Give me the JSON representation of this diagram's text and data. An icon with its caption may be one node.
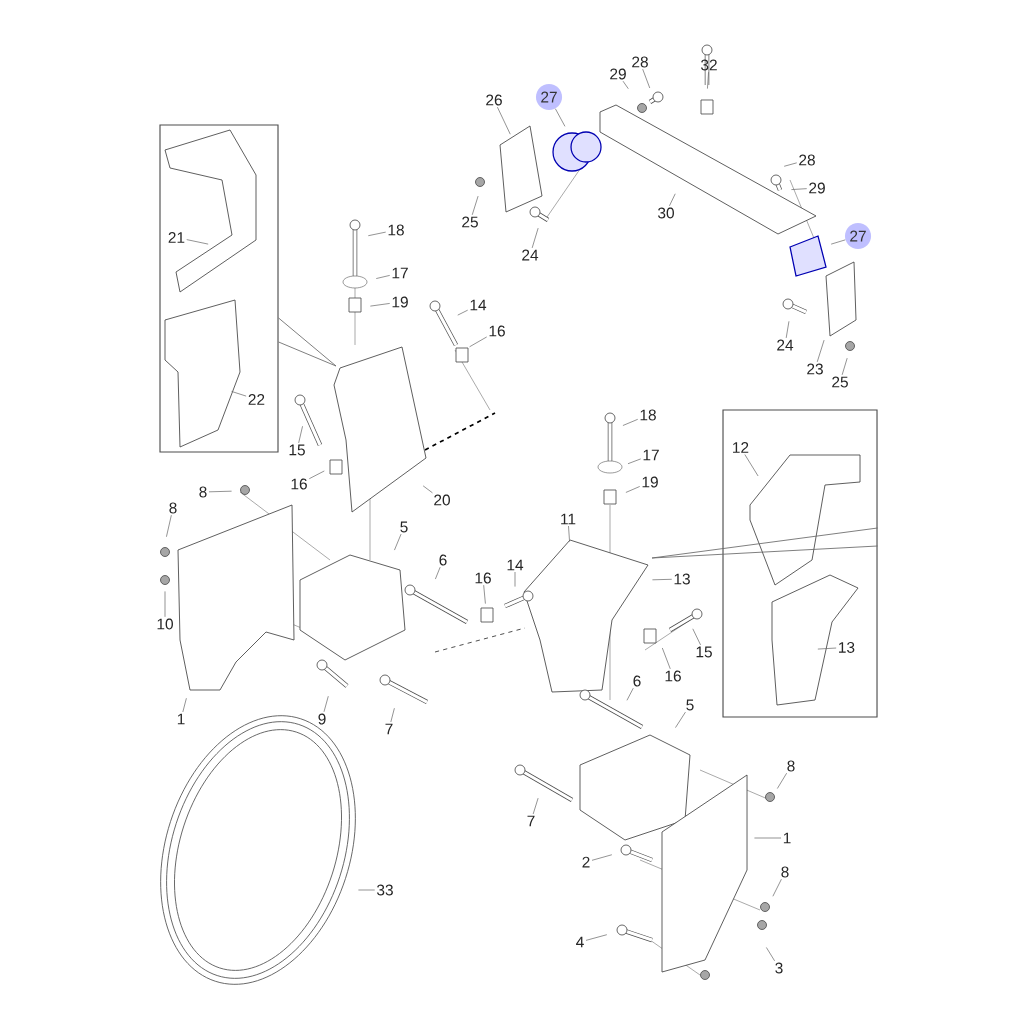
{
  "diagram": {
    "nodes": [
      {
        "text": [],
        "shape": "box"
      },
      {
        "text": [],
        "shape": "box"
      },
      {
        "text": [
          "21"
        ],
        "in": 0
      },
      {
        "text": [
          "22"
        ],
        "in": 0
      },
      {
        "text": [
          "26"
        ]
      },
      {
        "text": [
          "27"
        ]
      },
      {
        "text": [
          "25"
        ]
      },
      {
        "text": [
          "24"
        ]
      },
      {
        "text": [
          "29"
        ]
      },
      {
        "text": [
          "28"
        ]
      },
      {
        "text": [
          "32"
        ]
      },
      {
        "text": [
          "28"
        ]
      },
      {
        "text": [
          "29"
        ]
      },
      {
        "text": [
          "30"
        ]
      },
      {
        "text": [
          "27"
        ]
      },
      {
        "text": [
          "24"
        ]
      },
      {
        "text": [
          "23"
        ]
      },
      {
        "text": [
          "25"
        ]
      },
      {
        "text": [
          "18"
        ]
      },
      {
        "text": [
          "17"
        ]
      },
      {
        "text": [
          "19"
        ]
      },
      {
        "text": [
          "14"
        ]
      },
      {
        "text": [
          "16"
        ]
      },
      {
        "text": [
          "15"
        ]
      },
      {
        "text": [
          "16"
        ]
      },
      {
        "text": [
          "20"
        ]
      },
      {
        "text": [
          "8"
        ]
      },
      {
        "text": [
          "8"
        ]
      },
      {
        "text": [
          "10"
        ]
      },
      {
        "text": [
          "1"
        ]
      },
      {
        "text": [
          "5"
        ]
      },
      {
        "text": [
          "6"
        ]
      },
      {
        "text": [
          "16"
        ]
      },
      {
        "text": [
          "14"
        ]
      },
      {
        "text": [
          "11"
        ]
      },
      {
        "text": [
          "13"
        ]
      },
      {
        "text": [
          "18"
        ]
      },
      {
        "text": [
          "17"
        ]
      },
      {
        "text": [
          "19"
        ]
      },
      {
        "text": [
          "15"
        ]
      },
      {
        "text": [
          "16"
        ]
      },
      {
        "text": [
          "12"
        ],
        "in": 1
      },
      {
        "text": [
          "13"
        ],
        "in": 1
      },
      {
        "text": [
          "9"
        ]
      },
      {
        "text": [
          "7"
        ]
      },
      {
        "text": [
          "6"
        ]
      },
      {
        "text": [
          "5"
        ]
      },
      {
        "text": [
          "8"
        ]
      },
      {
        "text": [
          "1"
        ]
      },
      {
        "text": [
          "8"
        ]
      },
      {
        "text": [
          "7"
        ]
      },
      {
        "text": [
          "2"
        ]
      },
      {
        "text": [
          "4"
        ]
      },
      {
        "text": [
          "3"
        ]
      },
      {
        "text": [
          "33"
        ]
      }
    ],
    "edges": [
      {
        "from": 0,
        "to": null,
        "arrow": "none"
      },
      {
        "from": 1,
        "to": null,
        "arrow": "none"
      },
      {
        "from": 2,
        "to": null,
        "arrow": "none"
      },
      {
        "from": 3,
        "to": null,
        "arrow": "none"
      },
      {
        "from": 4,
        "to": null,
        "arrow": "none"
      },
      {
        "from": 5,
        "to": null,
        "arrow": "none"
      },
      {
        "from": 6,
        "to": null,
        "arrow": "none"
      },
      {
        "from": 7,
        "to": null,
        "arrow": "none"
      },
      {
        "from": 8,
        "to": null,
        "arrow": "none"
      },
      {
        "from": 9,
        "to": null,
        "arrow": "none"
      },
      {
        "from": 10,
        "to": null,
        "arrow": "none"
      },
      {
        "from": 11,
        "to": null,
        "arrow": "none"
      },
      {
        "from": 12,
        "to": null,
        "arrow": "none"
      },
      {
        "from": 13,
        "to": null,
        "arrow": "none"
      },
      {
        "from": 14,
        "to": null,
        "arrow": "none"
      },
      {
        "from": 15,
        "to": null,
        "arrow": "none"
      },
      {
        "from": 16,
        "to": null,
        "arrow": "none"
      },
      {
        "from": 17,
        "to": null,
        "arrow": "none"
      },
      {
        "from": 18,
        "to": null,
        "arrow": "none"
      },
      {
        "from": 19,
        "to": null,
        "arrow": "none"
      },
      {
        "from": 20,
        "to": null,
        "arrow": "none"
      },
      {
        "from": 21,
        "to": null,
        "arrow": "none"
      },
      {
        "from": 22,
        "to": null,
        "arrow": "none"
      },
      {
        "from": 23,
        "to": null,
        "arrow": "none"
      },
      {
        "from": 24,
        "to": null,
        "arrow": "none"
      },
      {
        "from": 25,
        "to": null,
        "arrow": "none"
      },
      {
        "from": 26,
        "to": null,
        "arrow": "none"
      },
      {
        "from": 27,
        "to": null,
        "arrow": "none"
      },
      {
        "from": 28,
        "to": null,
        "arrow": "none"
      },
      {
        "from": 29,
        "to": null,
        "arrow": "none"
      },
      {
        "from": 30,
        "to": null,
        "arrow": "none"
      },
      {
        "from": 31,
        "to": null,
        "arrow": "none"
      },
      {
        "from": 32,
        "to": null,
        "arrow": "none"
      },
      {
        "from": 33,
        "to": null,
        "arrow": "none"
      },
      {
        "from": 34,
        "to": null,
        "arrow": "none"
      },
      {
        "from": 35,
        "to": null,
        "arrow": "none"
      },
      {
        "from": 36,
        "to": null,
        "arrow": "none"
      },
      {
        "from": 37,
        "to": null,
        "arrow": "none"
      },
      {
        "from": 38,
        "to": null,
        "arrow": "none"
      },
      {
        "from": 39,
        "to": null,
        "arrow": "none"
      },
      {
        "from": 40,
        "to": null,
        "arrow": "none"
      },
      {
        "from": 41,
        "to": null,
        "arrow": "none"
      },
      {
        "from": 42,
        "to": null,
        "arrow": "none"
      },
      {
        "from": 43,
        "to": null,
        "arrow": "none"
      },
      {
        "from": 44,
        "to": null,
        "arrow": "none"
      },
      {
        "from": 45,
        "to": null,
        "arrow": "none"
      },
      {
        "from": 46,
        "to": null,
        "arrow": "none"
      },
      {
        "from": 47,
        "to": null,
        "arrow": "none"
      },
      {
        "from": 48,
        "to": null,
        "arrow": "none"
      },
      {
        "from": 49,
        "to": null,
        "arrow": "none"
      },
      {
        "from": 50,
        "to": null,
        "arrow": "none"
      },
      {
        "from": 51,
        "to": null,
        "arrow": "none"
      },
      {
        "from": 52,
        "to": null,
        "arrow": "none"
      },
      {
        "from": 53,
        "to": null,
        "arrow": "none"
      },
      {
        "from": 54,
        "to": null,
        "arrow": "none"
      }
    ]
  }
}
